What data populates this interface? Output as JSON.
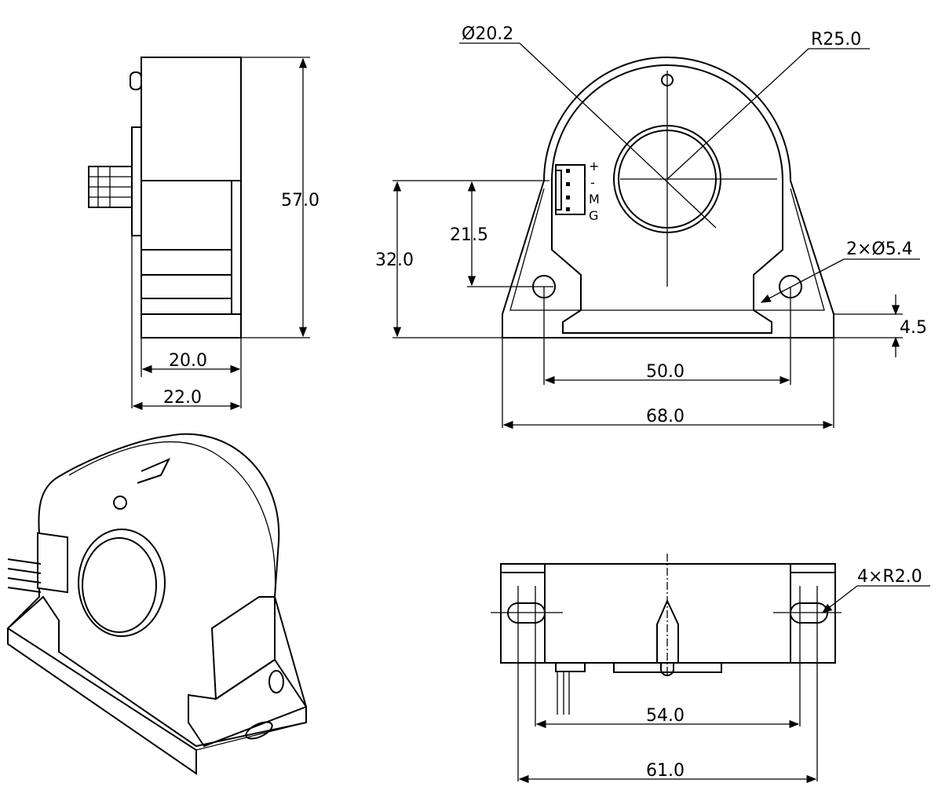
{
  "front_view": {
    "inner_diameter": "Ø20.2",
    "outer_radius": "R25.0",
    "center_height": "21.5",
    "total_height": "32.0",
    "mount_holes": "2×Ø5.4",
    "base_thickness": "4.5",
    "hole_spacing": "50.0",
    "base_width": "68.0",
    "pin_labels": [
      "+",
      "-",
      "M",
      "G"
    ]
  },
  "side_view": {
    "height": "57.0",
    "body_depth": "20.0",
    "total_depth": "22.0"
  },
  "bottom_view": {
    "slot_radius": "4×R2.0",
    "slot_spacing": "54.0",
    "overall_width": "61.0"
  }
}
